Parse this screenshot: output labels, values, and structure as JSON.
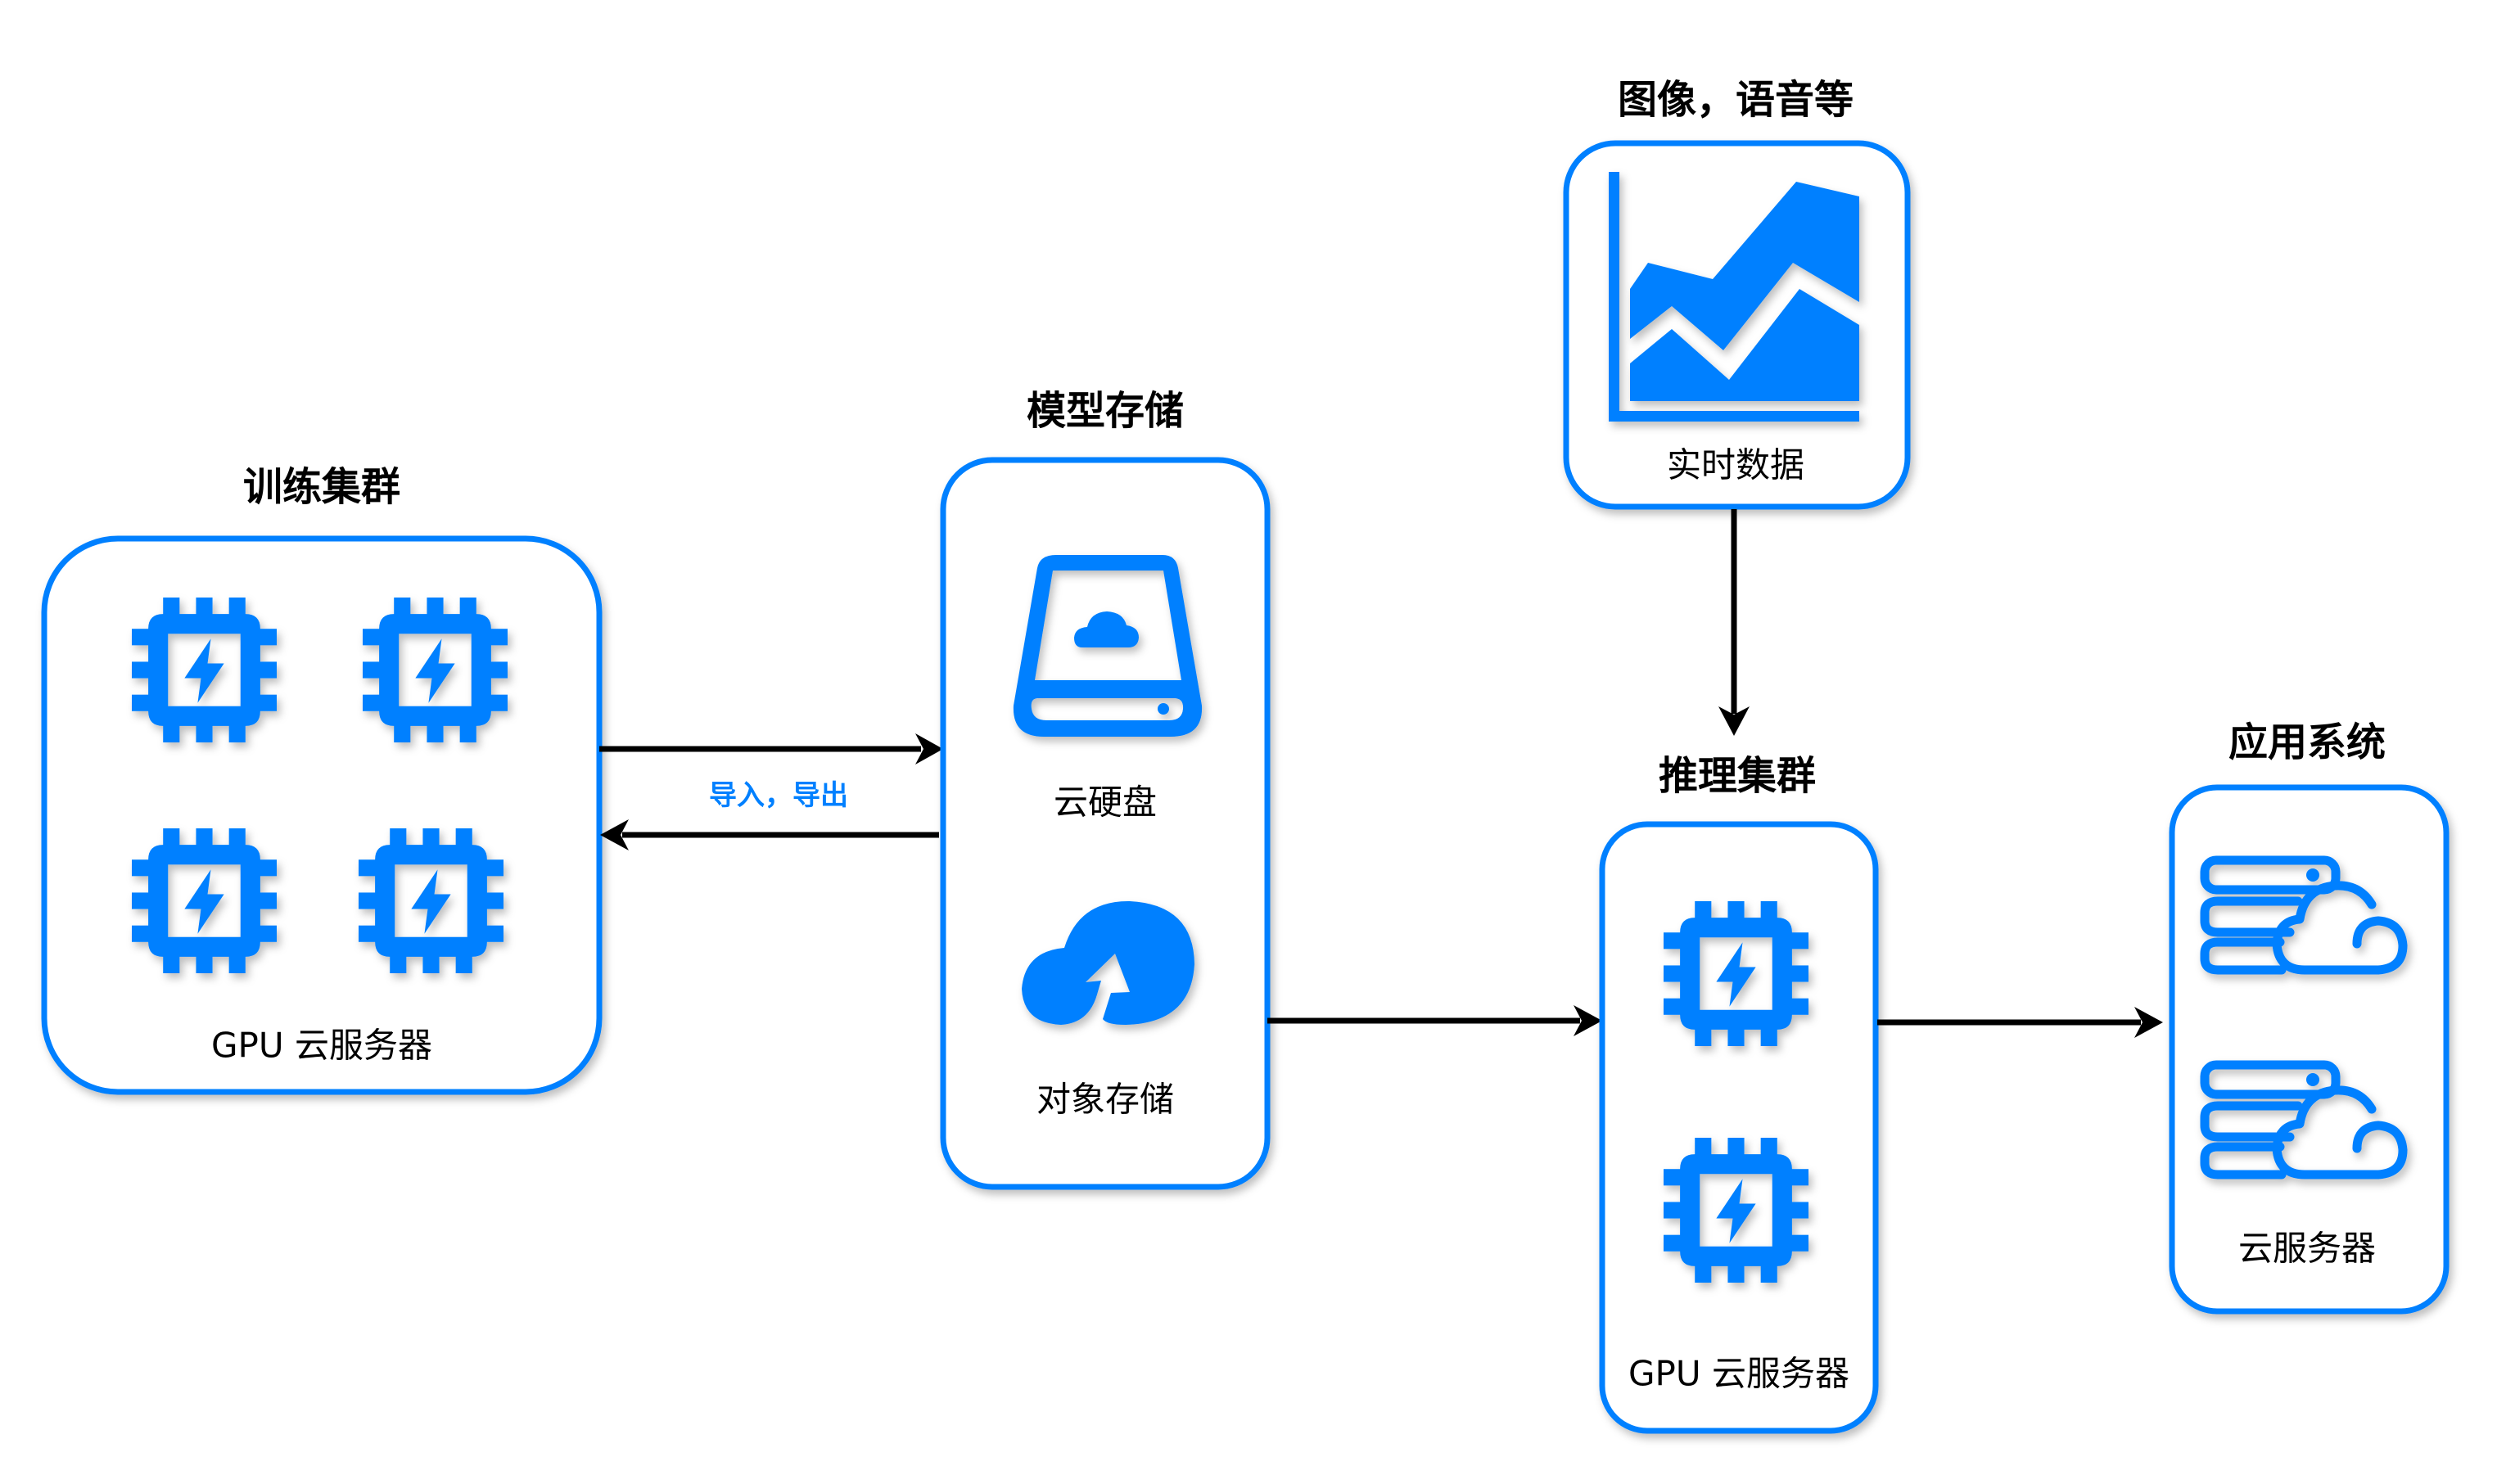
{
  "diagram": {
    "accent_color": "#0080FF",
    "nodes": {
      "training": {
        "title": "训练集群",
        "label": "GPU 云服务器",
        "icons": [
          "gpu-chip-icon",
          "gpu-chip-icon",
          "gpu-chip-icon",
          "gpu-chip-icon"
        ]
      },
      "storage": {
        "title": "模型存储",
        "items": [
          {
            "icon": "cloud-disk-icon",
            "label": "云硬盘"
          },
          {
            "icon": "cloud-upload-icon",
            "label": "对象存储"
          }
        ]
      },
      "realtime": {
        "title": "图像，语音等",
        "icon": "area-chart-icon",
        "label": "实时数据"
      },
      "inference": {
        "title": "推理集群",
        "label": "GPU 云服务器",
        "icons": [
          "gpu-chip-icon",
          "gpu-chip-icon"
        ]
      },
      "application": {
        "title": "应用系统",
        "label": "云服务器",
        "icons": [
          "server-cloud-icon",
          "server-cloud-icon"
        ]
      }
    },
    "edges": [
      {
        "from": "training",
        "to": "storage",
        "label": "导入，导出"
      },
      {
        "from": "storage",
        "to": "training",
        "label": ""
      },
      {
        "from": "storage",
        "to": "inference",
        "label": ""
      },
      {
        "from": "realtime",
        "to": "inference",
        "label": ""
      },
      {
        "from": "inference",
        "to": "application",
        "label": ""
      }
    ],
    "edge_label_import_export": "导入，导出"
  }
}
